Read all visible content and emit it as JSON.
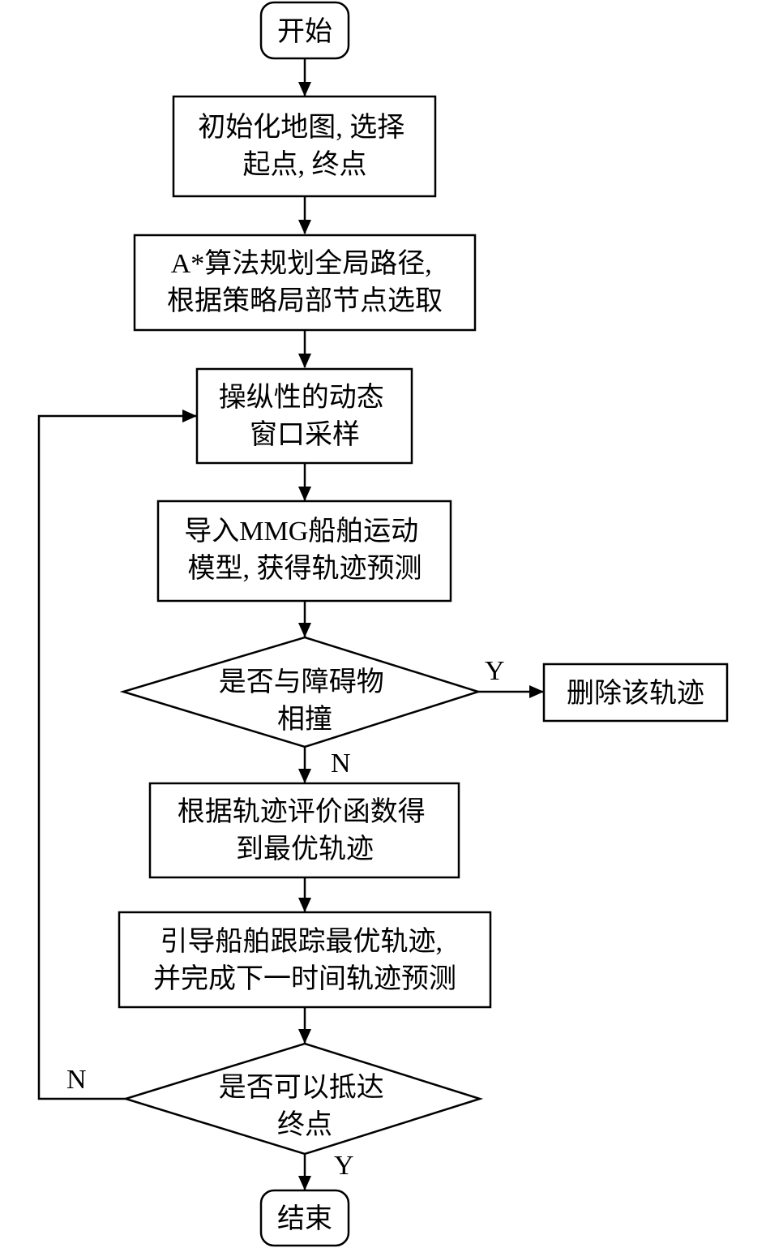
{
  "nodes": {
    "start": [
      "开始"
    ],
    "init_map": [
      "初始化地图, 选择",
      "起点, 终点"
    ],
    "astar": [
      "A*算法规划全局路径,",
      "根据策略局部节点选取"
    ],
    "dwa_sampling": [
      "操纵性的动态",
      "窗口采样"
    ],
    "mmg_model": [
      "导入MMG船舶运动",
      "模型, 获得轨迹预测"
    ],
    "collision_check": [
      "是否与障碍物",
      "相撞"
    ],
    "delete_traj": [
      "删除该轨迹"
    ],
    "evaluate": [
      "根据轨迹评价函数得",
      "到最优轨迹"
    ],
    "track": [
      "引导船舶跟踪最优轨迹,",
      "并完成下一时间轨迹预测"
    ],
    "reach_check": [
      "是否可以抵达",
      "终点"
    ],
    "end": [
      "结束"
    ]
  },
  "branch_labels": {
    "collision_yes": "Y",
    "collision_no": "N",
    "reach_no": "N",
    "reach_yes": "Y"
  }
}
